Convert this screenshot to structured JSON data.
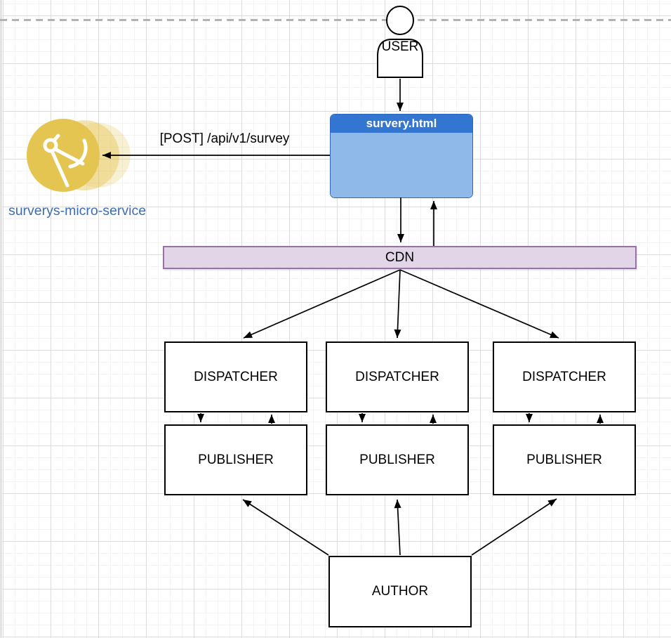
{
  "diagram": {
    "user": {
      "label": "USER"
    },
    "browser_window": {
      "title": "survery.html"
    },
    "request_label": "[POST] /api/v1/survey",
    "microservice": {
      "label": "surverys-micro-service",
      "icon": "compass-icon"
    },
    "cdn": {
      "label": "CDN"
    },
    "dispatchers": [
      {
        "label": "DISPATCHER"
      },
      {
        "label": "DISPATCHER"
      },
      {
        "label": "DISPATCHER"
      }
    ],
    "publishers": [
      {
        "label": "PUBLISHER"
      },
      {
        "label": "PUBLISHER"
      },
      {
        "label": "PUBLISHER"
      }
    ],
    "author": {
      "label": "AUTHOR"
    }
  },
  "colors": {
    "browser_header": "#3276D2",
    "browser_body": "#8FB9E8",
    "browser_border": "#2D66C0",
    "cdn_fill": "#E1D5E7",
    "cdn_border": "#9673A6",
    "service_yellow": "#E4C551",
    "service_label_blue": "#3E6CB2",
    "connector": "#000000",
    "page_divider": "#B3B3B3"
  }
}
